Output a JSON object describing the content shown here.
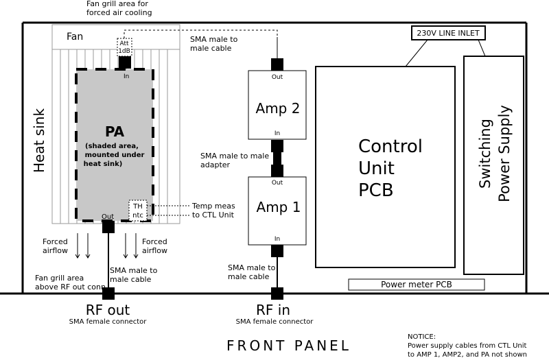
{
  "chassis": {
    "front_panel_label": "FRONT PANEL",
    "line_inlet": "230V LINE INLET"
  },
  "heat_sink": {
    "label": "Heat sink",
    "fan_label": "Fan",
    "fan_grill_note": [
      "Fan grill area for",
      "forced air cooling"
    ]
  },
  "attenuator": {
    "line1": "Att",
    "line2": "1dB"
  },
  "pa": {
    "title": "PA",
    "note": [
      "(shaded area,",
      "mounted under",
      "heat sink)"
    ],
    "in_label": "In",
    "out_label": "Out"
  },
  "thermal": {
    "line1": "TH",
    "line2": "ntc",
    "note": [
      "Temp meas",
      "to CTL Unit"
    ]
  },
  "airflow": {
    "left": [
      "Forced",
      "airflow"
    ],
    "right": [
      "Forced",
      "airflow"
    ]
  },
  "amp2": {
    "label": "Amp 2",
    "out_label": "Out",
    "in_label": "In"
  },
  "amp1": {
    "label": "Amp 1",
    "out_label": "Out",
    "in_label": "In"
  },
  "cables": {
    "top": [
      "SMA male to",
      "male cable"
    ],
    "adapter": [
      "SMA male to male",
      "adapter"
    ],
    "pa_out": [
      "SMA male to",
      "male cable"
    ],
    "rf_in": [
      "SMA male to",
      "male cable"
    ]
  },
  "control_unit": {
    "lines": [
      "Control",
      "Unit",
      "PCB"
    ]
  },
  "power_supply": {
    "lines": [
      "Switching",
      "Power Supply"
    ]
  },
  "power_meter": {
    "label": "Power meter PCB"
  },
  "fan_grill_rf": [
    "Fan grill area",
    "above RF out conn"
  ],
  "rf_out": {
    "label": "RF out",
    "connector": "SMA female connector"
  },
  "rf_in": {
    "label": "RF in",
    "connector": "SMA female connector"
  },
  "notice": [
    "NOTICE:",
    "Power supply cables from CTL Unit",
    "to AMP 1, AMP2, and PA not shown"
  ],
  "colors": {
    "line": "#000000",
    "shade": "#c8c8c8"
  }
}
